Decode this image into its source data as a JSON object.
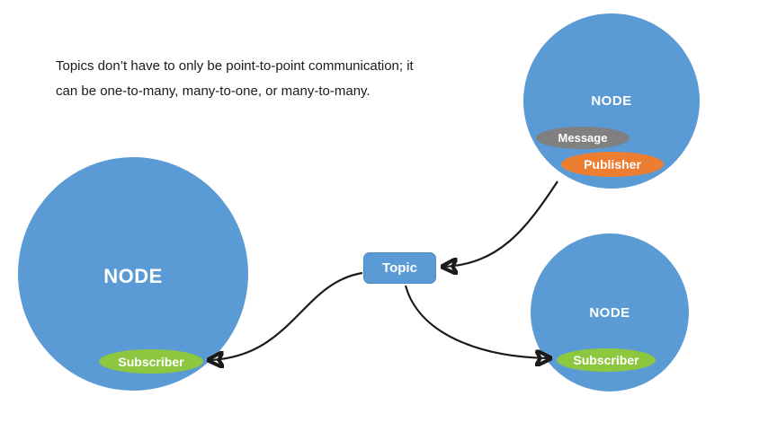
{
  "caption": {
    "line1": "Topics don’t have to only be point-to-point communication; it",
    "line2": "can be one-to-many, many-to-one, or many-to-many."
  },
  "topic": {
    "label": "Topic"
  },
  "nodes": {
    "left": {
      "label": "NODE",
      "subscriber": "Subscriber"
    },
    "top_right": {
      "label": "NODE",
      "message": "Message",
      "publisher": "Publisher"
    },
    "bottom_right": {
      "label": "NODE",
      "subscriber": "Subscriber"
    }
  },
  "colors": {
    "node_blue": "#5B9BD5",
    "subscriber_green": "#8DC63F",
    "publisher_orange": "#ED7D31",
    "message_gray": "#808080",
    "topic_blue": "#5B9BD5",
    "arrow_black": "#1a1a1a",
    "background": "#ffffff"
  }
}
